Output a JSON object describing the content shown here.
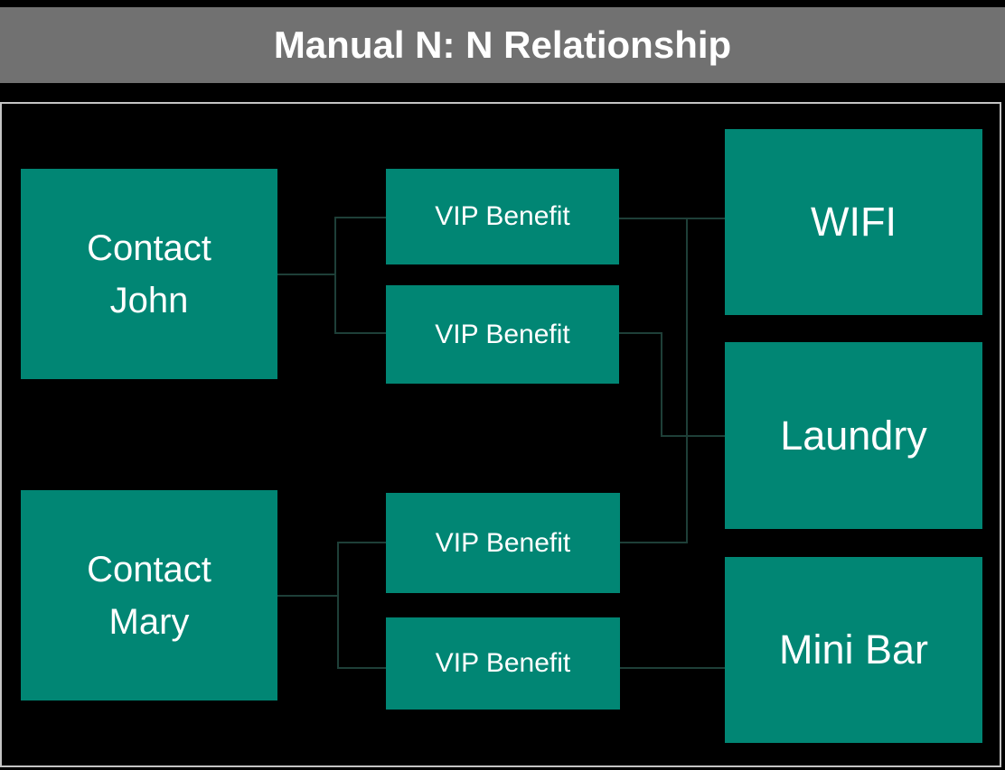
{
  "header": {
    "title": "Manual N: N Relationship"
  },
  "colors": {
    "background": "#000000",
    "header_bg": "#717171",
    "node_fill": "#018674",
    "connector": "#1e3f38",
    "canvas_border": "#c4c4c4",
    "text": "#ffffff"
  },
  "diagram": {
    "contacts": [
      {
        "label_line1": "Contact",
        "label_line2": "John"
      },
      {
        "label_line1": "Contact",
        "label_line2": "Mary"
      }
    ],
    "benefits": [
      {
        "label": "VIP Benefit"
      },
      {
        "label": "VIP Benefit"
      },
      {
        "label": "VIP Benefit"
      },
      {
        "label": "VIP Benefit"
      }
    ],
    "services": [
      {
        "label": "WIFI"
      },
      {
        "label": "Laundry"
      },
      {
        "label": "Mini Bar"
      }
    ]
  }
}
